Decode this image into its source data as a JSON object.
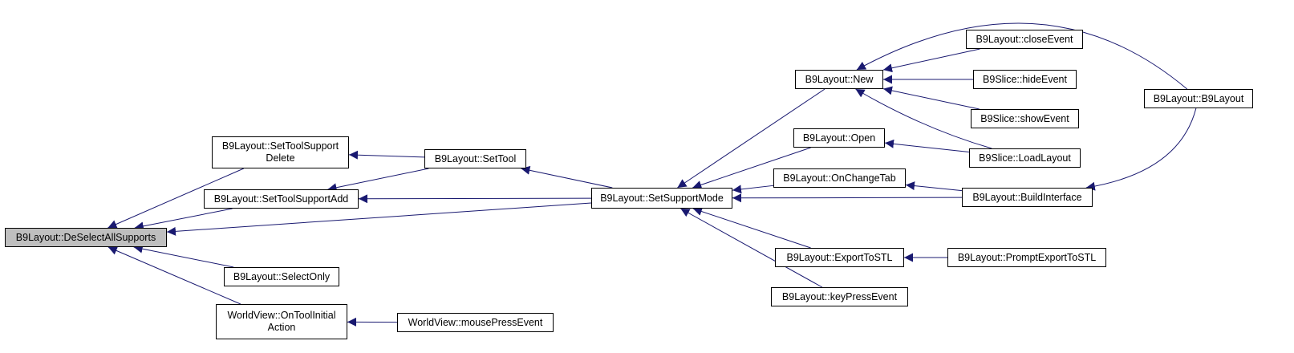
{
  "diagram": {
    "type": "call-graph",
    "colors": {
      "edge": "#191970",
      "node_border": "#000000",
      "node_fill": "#ffffff",
      "focus_fill": "#bfbfbf"
    },
    "nodes": [
      {
        "id": "deselect",
        "label": "B9Layout::DeSelectAllSupports",
        "focus": true
      },
      {
        "id": "settoolsupportdelete",
        "label": "B9Layout::SetToolSupport\nDelete"
      },
      {
        "id": "settoolsupportadd",
        "label": "B9Layout::SetToolSupportAdd"
      },
      {
        "id": "selectonly",
        "label": "B9Layout::SelectOnly"
      },
      {
        "id": "ontoolinitialaction",
        "label": "WorldView::OnToolInitial\nAction"
      },
      {
        "id": "settool",
        "label": "B9Layout::SetTool"
      },
      {
        "id": "mousepressevent",
        "label": "WorldView::mousePressEvent"
      },
      {
        "id": "setsupportmode",
        "label": "B9Layout::SetSupportMode"
      },
      {
        "id": "new",
        "label": "B9Layout::New"
      },
      {
        "id": "open",
        "label": "B9Layout::Open"
      },
      {
        "id": "onchangetab",
        "label": "B9Layout::OnChangeTab"
      },
      {
        "id": "exporttostl",
        "label": "B9Layout::ExportToSTL"
      },
      {
        "id": "keypressevent",
        "label": "B9Layout::keyPressEvent"
      },
      {
        "id": "closeevent",
        "label": "B9Layout::closeEvent"
      },
      {
        "id": "hideevent",
        "label": "B9Slice::hideEvent"
      },
      {
        "id": "showevent",
        "label": "B9Slice::showEvent"
      },
      {
        "id": "loadlayout",
        "label": "B9Slice::LoadLayout"
      },
      {
        "id": "buildinterface",
        "label": "B9Layout::BuildInterface"
      },
      {
        "id": "promptexporttostl",
        "label": "B9Layout::PromptExportToSTL"
      },
      {
        "id": "b9layout",
        "label": "B9Layout::B9Layout"
      }
    ],
    "edges": [
      {
        "from": "settoolsupportdelete",
        "to": "deselect"
      },
      {
        "from": "settoolsupportadd",
        "to": "deselect"
      },
      {
        "from": "setsupportmode",
        "to": "deselect"
      },
      {
        "from": "selectonly",
        "to": "deselect"
      },
      {
        "from": "ontoolinitialaction",
        "to": "deselect"
      },
      {
        "from": "settool",
        "to": "settoolsupportdelete"
      },
      {
        "from": "settool",
        "to": "settoolsupportadd"
      },
      {
        "from": "setsupportmode",
        "to": "settoolsupportadd"
      },
      {
        "from": "setsupportmode",
        "to": "settool"
      },
      {
        "from": "mousepressevent",
        "to": "ontoolinitialaction"
      },
      {
        "from": "new",
        "to": "setsupportmode"
      },
      {
        "from": "open",
        "to": "setsupportmode"
      },
      {
        "from": "onchangetab",
        "to": "setsupportmode"
      },
      {
        "from": "buildinterface",
        "to": "setsupportmode"
      },
      {
        "from": "exporttostl",
        "to": "setsupportmode"
      },
      {
        "from": "keypressevent",
        "to": "setsupportmode"
      },
      {
        "from": "closeevent",
        "to": "new"
      },
      {
        "from": "hideevent",
        "to": "new"
      },
      {
        "from": "showevent",
        "to": "new"
      },
      {
        "from": "loadlayout",
        "to": "new"
      },
      {
        "from": "b9layout",
        "to": "new"
      },
      {
        "from": "loadlayout",
        "to": "open"
      },
      {
        "from": "buildinterface",
        "to": "onchangetab"
      },
      {
        "from": "promptexporttostl",
        "to": "exporttostl"
      },
      {
        "from": "b9layout",
        "to": "buildinterface"
      }
    ]
  }
}
